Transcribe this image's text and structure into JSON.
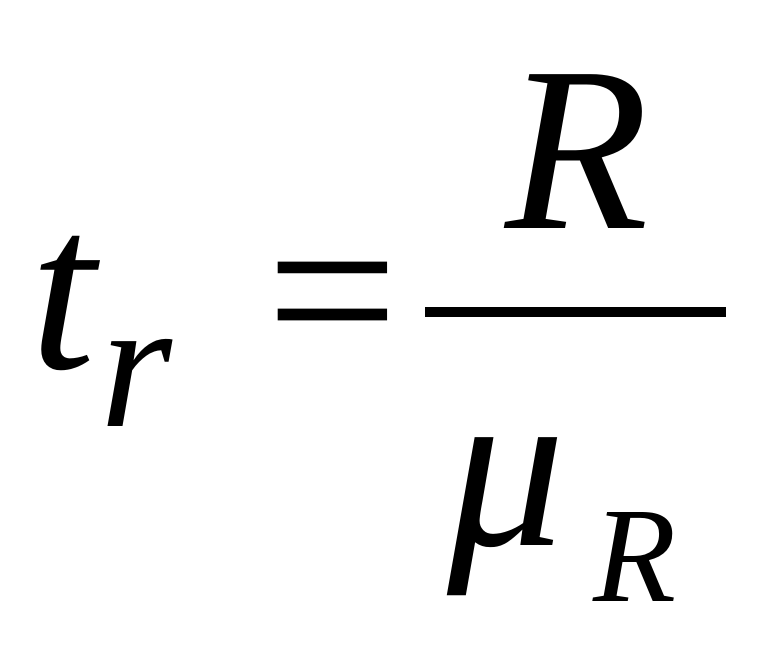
{
  "formula": {
    "lhs": {
      "symbol": "t",
      "subscript": "r"
    },
    "relation": "=",
    "rhs": {
      "numerator": "R",
      "denominator": {
        "symbol": "μ",
        "subscript": "R"
      }
    }
  },
  "colors": {
    "ink": "#000000",
    "background": "#ffffff"
  }
}
